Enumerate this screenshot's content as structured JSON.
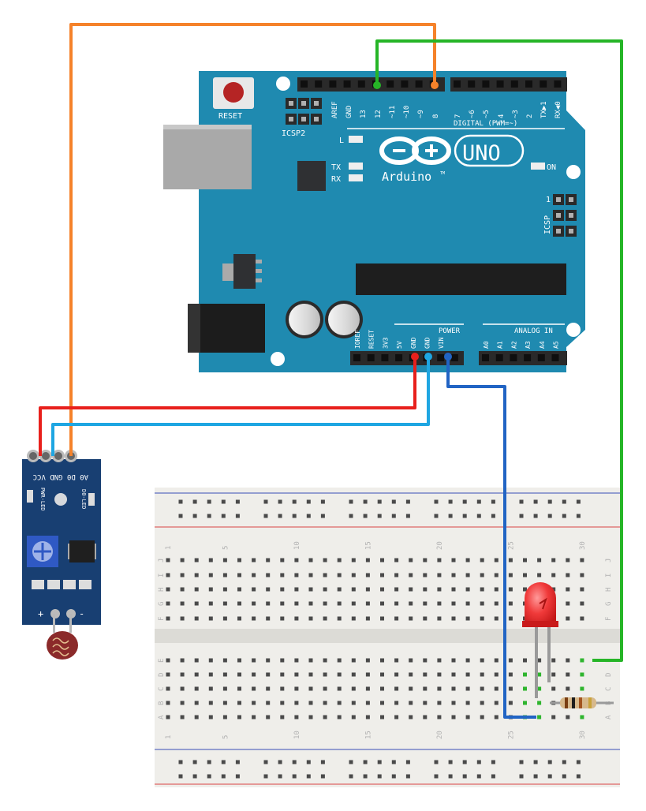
{
  "arduino": {
    "reset_label": "RESET",
    "icsp2_label": "ICSP2",
    "icsp_label": "ICSP",
    "icsp_pin1": "1",
    "digital_label": "DIGITAL (PWM=~)",
    "digital_pins": [
      "AREF",
      "GND",
      "13",
      "12",
      "~11",
      "~10",
      "~9",
      "8",
      "7",
      "~6",
      "~5",
      "4",
      "~3",
      "2",
      "TX▶1",
      "RX◀0"
    ],
    "led_l": "L",
    "led_tx": "TX",
    "led_rx": "RX",
    "led_on": "ON",
    "brand": "Arduino",
    "trademark": "TM",
    "model": "UNO",
    "power_label": "POWER",
    "analog_label": "ANALOG IN",
    "power_pins": [
      "IOREF",
      "RESET",
      "3V3",
      "5V",
      "GND",
      "GND",
      "VIN"
    ],
    "analog_pins": [
      "A0",
      "A1",
      "A2",
      "A3",
      "A4",
      "A5"
    ]
  },
  "sensor": {
    "pin_labels": "A0 D0 GND VCC",
    "pwr_led_label": "PWR-LED",
    "d0_led_label": "D0-LED",
    "plus": "+",
    "minus": "-"
  },
  "breadboard": {
    "column_numbers": [
      "1",
      "5",
      "10",
      "15",
      "20",
      "25",
      "30"
    ],
    "rows_top": [
      "J",
      "I",
      "H",
      "G",
      "F"
    ],
    "rows_bottom": [
      "E",
      "D",
      "C",
      "B",
      "A"
    ]
  },
  "colors": {
    "board": "#1f8ab0",
    "wire_red": "#e8201c",
    "wire_blue": "#1ea6e2",
    "wire_dark_blue": "#2164c4",
    "wire_orange": "#f5822a",
    "wire_green": "#26b527"
  }
}
